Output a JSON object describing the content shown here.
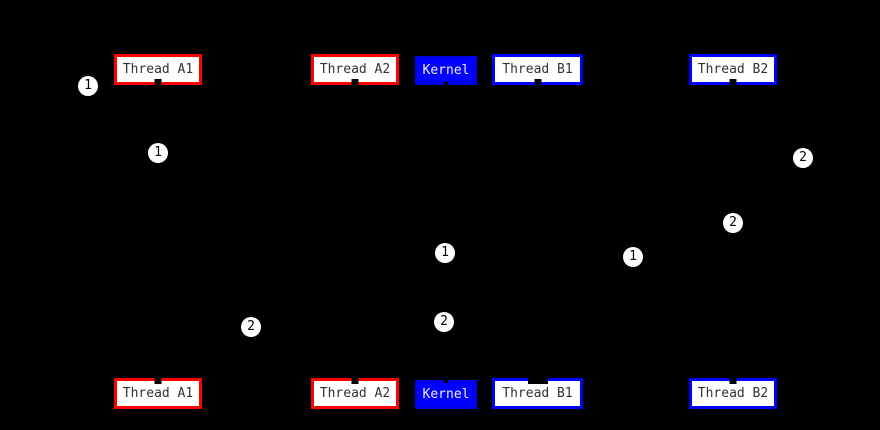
{
  "diagram": {
    "type": "sequence-diagram",
    "background": "#000000",
    "colors": {
      "thread_a_border": "#ff0000",
      "thread_b_border": "#0000ff",
      "kernel_fill": "#0000ff",
      "box_fill": "#ffffff",
      "box_text": "#333333",
      "kernel_text": "#eeeeee",
      "marker_fill": "#ffffff",
      "marker_text": "#000000"
    },
    "participants_top": [
      {
        "label": "Thread A1"
      },
      {
        "label": "Thread A2"
      },
      {
        "label": "Kernel"
      },
      {
        "label": "Thread B1"
      },
      {
        "label": "Thread B2"
      }
    ],
    "participants_bottom": [
      {
        "label": "Thread A1"
      },
      {
        "label": "Thread A2"
      },
      {
        "label": "Kernel"
      },
      {
        "label": "Thread B1"
      },
      {
        "label": "Thread B2"
      }
    ],
    "markers": [
      {
        "label": "1"
      },
      {
        "label": "1"
      },
      {
        "label": "2"
      },
      {
        "label": "2"
      },
      {
        "label": "1"
      },
      {
        "label": "1"
      },
      {
        "label": "2"
      },
      {
        "label": "2"
      }
    ]
  }
}
